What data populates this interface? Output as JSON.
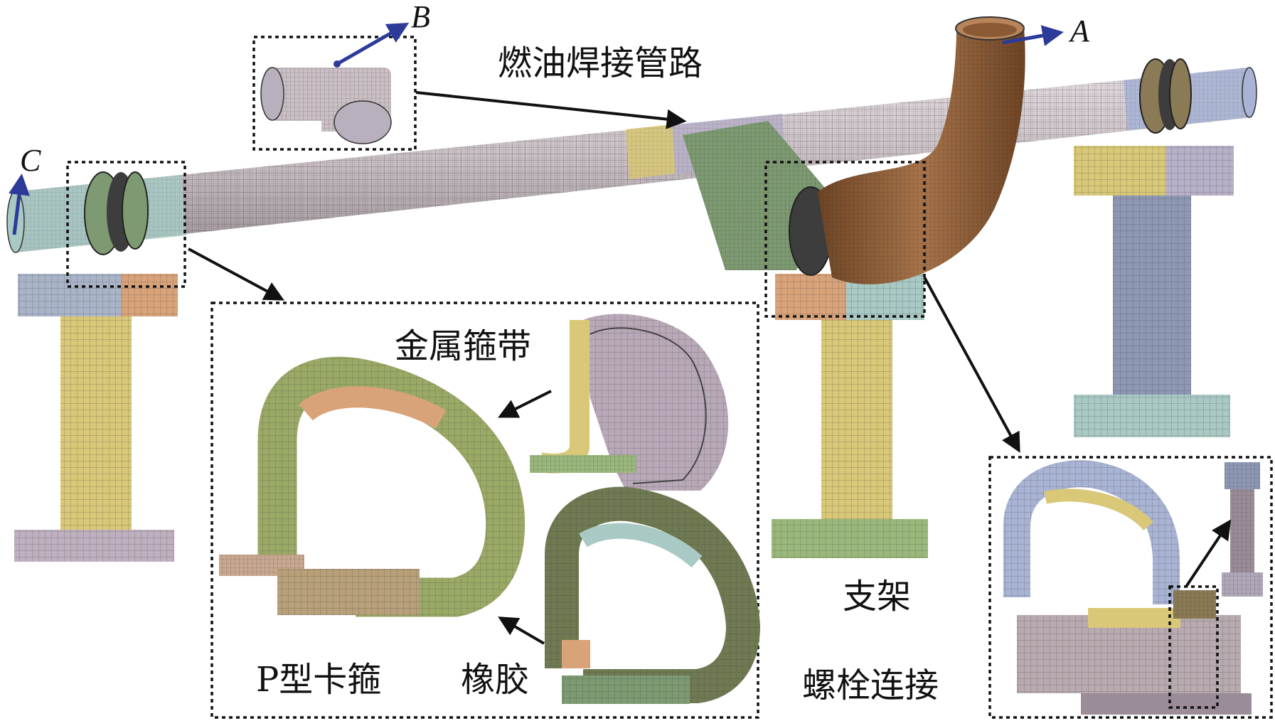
{
  "labels": {
    "title": "燃油焊接管路",
    "metal_band": "金属箍带",
    "p_clamp": "P型卡箍",
    "rubber": "橡胶",
    "support": "支架",
    "bolt": "螺栓连接"
  },
  "axes": {
    "a": "A",
    "b": "B",
    "c": "C"
  },
  "colors": {
    "pipe": "#c9bfc4",
    "pipe_end": "#a9c9c4",
    "elbow": "#8a5a34",
    "yellow": "#d8c878",
    "orange": "#d9a37a",
    "green": "#7d9a72",
    "lavender": "#b8b0c8",
    "blue_steel": "#8e98b4",
    "base": "#b9a9b8",
    "arrow_blue": "#2c3a9a"
  }
}
